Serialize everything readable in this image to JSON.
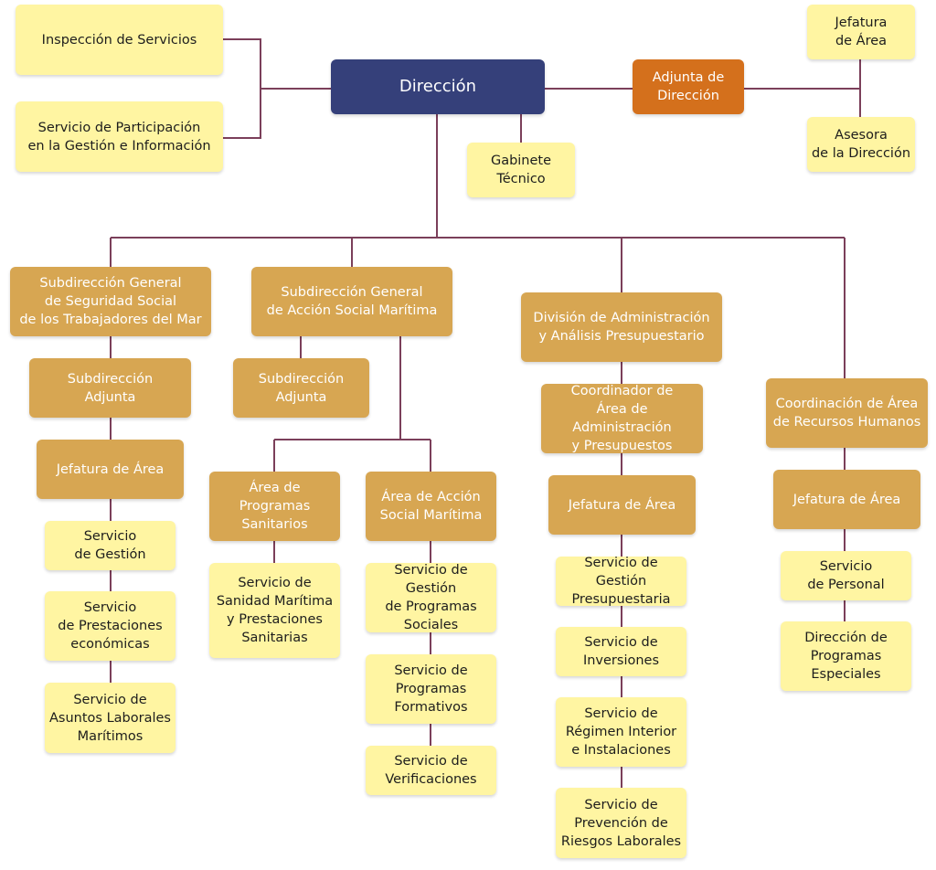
{
  "nodes": {
    "direccion": "Dirección",
    "inspeccion": "Inspección de Servicios",
    "participacion": "Servicio de Participación\nen la Gestión e Información",
    "gabinete": "Gabinete\nTécnico",
    "adjunta_direccion": "Adjunta de\nDirección",
    "jefatura_area_top": "Jefatura\nde Área",
    "asesora": "Asesora\nde la Dirección",
    "sg_seguridad_social": "Subdirección General\nde Seguridad Social\nde los Trabajadores del Mar",
    "sg_adjunta_1": "Subdirección\nAdjunta",
    "jefatura_area_1": "Jefatura de Área",
    "servicio_gestion": "Servicio\nde Gestión",
    "servicio_prestaciones": "Servicio\nde Prestaciones\neconómicas",
    "servicio_asuntos": "Servicio de\nAsuntos Laborales\nMarítimos",
    "sg_accion_social": "Subdirección General\nde Acción Social Marítima",
    "sg_adjunta_2": "Subdirección\nAdjunta",
    "area_programas_sanitarios": "Área de Programas\nSanitarios",
    "area_accion_social": "Área de Acción\nSocial Marítima",
    "servicio_sanidad": "Servicio de\nSanidad Marítima\ny Prestaciones\nSanitarias",
    "servicio_gestion_programas": "Servicio de Gestión\nde Programas\nSociales",
    "servicio_formativos": "Servicio de\nProgramas\nFormativos",
    "servicio_verificaciones": "Servicio de\nVerificaciones",
    "division_admin": "División de Administración\ny Análisis Presupuestario",
    "coordinador_admin": "Coordinador de\nÁrea de Administración\ny Presupuestos",
    "jefatura_area_3": "Jefatura de Área",
    "servicio_presupuestaria": "Servicio de Gestión\nPresupuestaria",
    "servicio_inversiones": "Servicio de\nInversiones",
    "servicio_regimen": "Servicio de\nRégimen Interior\ne Instalaciones",
    "servicio_prevencion": "Servicio de\nPrevención de\nRiesgos Laborales",
    "coordinacion_rrhh": "Coordinación de Área\nde Recursos Humanos",
    "jefatura_area_4": "Jefatura de Área",
    "servicio_personal": "Servicio\nde Personal",
    "direccion_programas": "Dirección de\nProgramas\nEspeciales"
  },
  "colors": {
    "root": "#35407a",
    "adjunta": "#d4701c",
    "department": "#d7a652",
    "unit": "#fff5a2",
    "connector": "#7b3f5a"
  }
}
